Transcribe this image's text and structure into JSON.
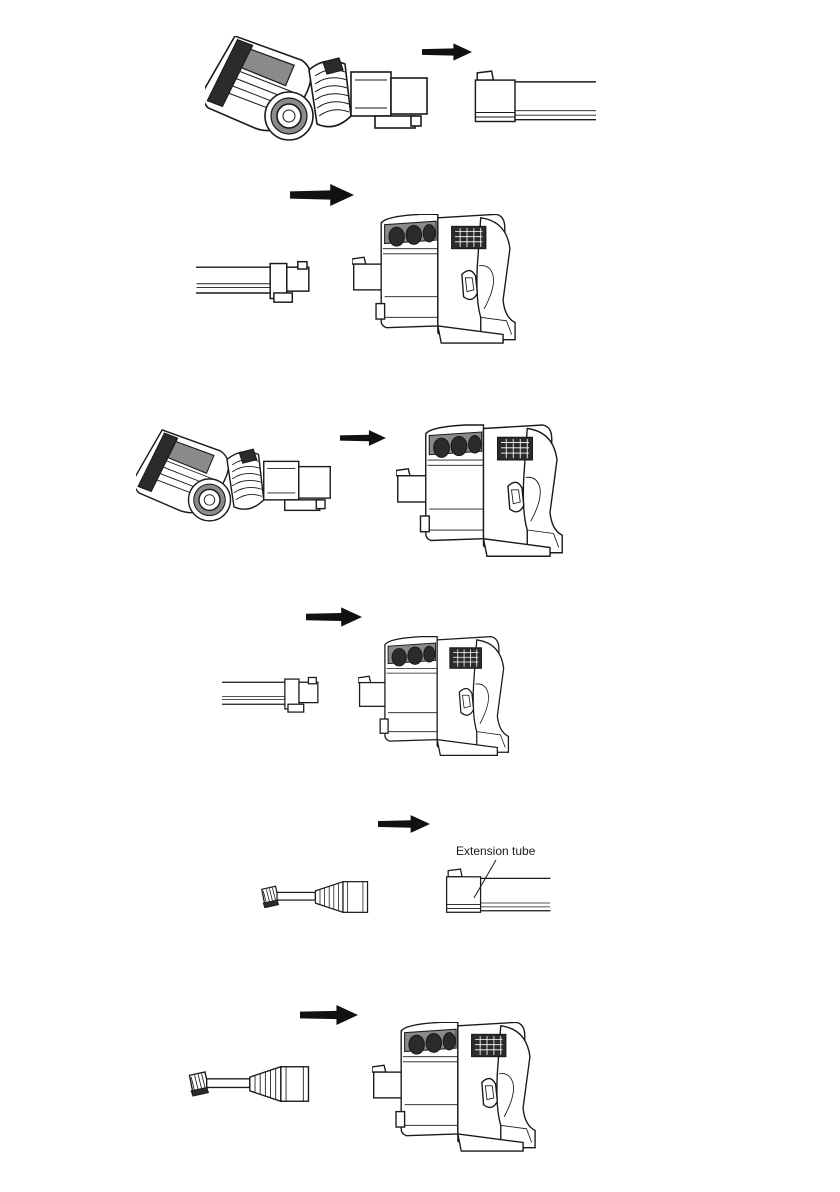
{
  "labels": {
    "extension_tube": "Extension tube"
  },
  "steps": [
    {
      "id": 1,
      "parts": [
        "floor-brush",
        "extension-tube"
      ]
    },
    {
      "id": 2,
      "parts": [
        "extension-tube",
        "handheld-unit"
      ]
    },
    {
      "id": 3,
      "parts": [
        "floor-brush",
        "handheld-unit"
      ]
    },
    {
      "id": 4,
      "parts": [
        "extension-tube",
        "handheld-unit"
      ]
    },
    {
      "id": 5,
      "parts": [
        "crevice-brush-tool",
        "extension-tube"
      ]
    },
    {
      "id": 6,
      "parts": [
        "crevice-brush-tool",
        "handheld-unit"
      ]
    }
  ],
  "icons": {
    "arrow": "right-arrow-icon",
    "brush": "floor-brush-icon",
    "tube": "extension-tube-icon",
    "vacuum": "handheld-vacuum-icon",
    "tool": "crevice-tool-icon"
  },
  "colors": {
    "line": "#1a1a1a",
    "dark_fill": "#2b2b2b",
    "gray_fill": "#8a8a8a",
    "background": "#ffffff"
  }
}
